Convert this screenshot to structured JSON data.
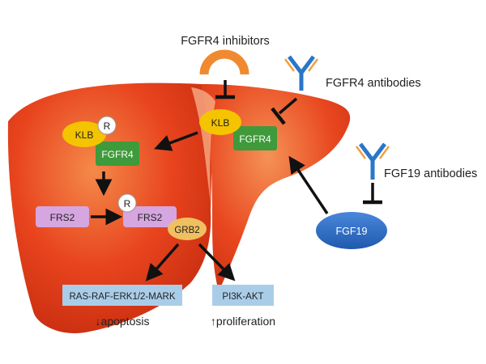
{
  "inhibitor_label": "FGFR4 inhibitors",
  "fgfr4_antibodies_label": "FGFR4 antibodies",
  "fgf19_antibodies_label": "FGF19 antibodies",
  "nodes": {
    "klb_left": "KLB",
    "r_left": "R",
    "fgfr4_left": "FGFR4",
    "klb_right": "KLB",
    "fgfr4_right": "FGFR4",
    "frs2_a": "FRS2",
    "frs2_b": "FRS2",
    "r_frs2": "R",
    "grb2": "GRB2",
    "fgf19": "FGF19"
  },
  "pathways": {
    "ras": "RAS-RAF-ERK1/2-MARK",
    "pi3k": "PI3K-AKT"
  },
  "outcomes": {
    "apoptosis": "↓apoptosis",
    "proliferation": "↑proliferation"
  },
  "colors": {
    "liver": "#e8401c",
    "liver_light": "#f7a070",
    "klb": "#f5c400",
    "fgfr4": "#3e9a3a",
    "frs2": "#d6a6e0",
    "grb2": "#f0c060",
    "fgf19": "#2e6ec6",
    "pathway_box": "#a9cde8",
    "inhibitor_arc": "#f08a30",
    "antibody_blue": "#2a76c8",
    "antibody_orange": "#f0a040"
  }
}
